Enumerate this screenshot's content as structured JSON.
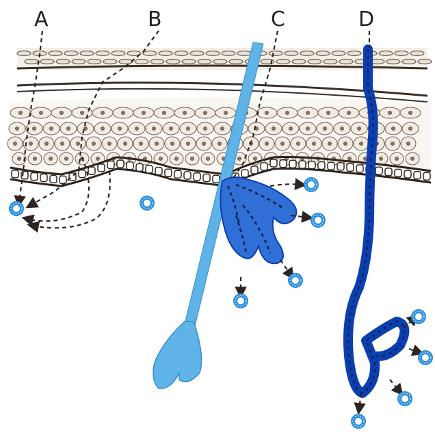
{
  "labels": {
    "a": "A",
    "b": "B",
    "c": "C",
    "d": "D"
  },
  "colors": {
    "hair": "#5fb3e6",
    "gland_sebaceous": "#2f6fd6",
    "gland_sweat": "#0b3fb0",
    "molecule": "#2a8fe0",
    "skin_line": "#4a3a2e",
    "cell_fill": "#efe6dc",
    "dash": "#2b2420"
  }
}
